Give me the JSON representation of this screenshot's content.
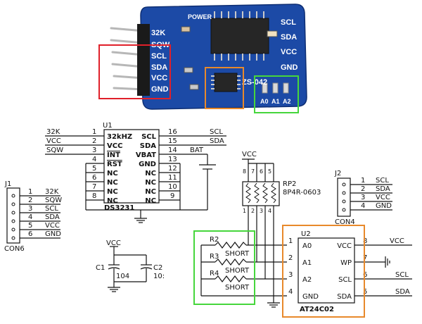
{
  "board": {
    "power_label": "POWER",
    "model": "ZS-042",
    "left_pins": [
      "32K",
      "SQW",
      "SCL",
      "SDA",
      "VCC",
      "GND"
    ],
    "right_pins": [
      "SCL",
      "SDA",
      "VCC",
      "GND"
    ],
    "addr_pins": [
      "A0",
      "A1",
      "A2"
    ],
    "colors": {
      "pcb": "#1c4aa6",
      "highlight_red": "#e0202a",
      "highlight_orange": "#e8892b",
      "highlight_green": "#46d63c"
    }
  },
  "u1": {
    "ref": "U1",
    "part": "DS3231",
    "left_nets": [
      "32K",
      "VCC",
      "SQW"
    ],
    "left_pin_numbers": [
      "1",
      "2",
      "3",
      "4",
      "5",
      "6",
      "7",
      "8"
    ],
    "left_pin_names": [
      "32kHZ",
      "VCC",
      "INT",
      "RST",
      "NC",
      "NC",
      "NC",
      "NC"
    ],
    "right_pin_names": [
      "SCL",
      "SDA",
      "VBAT",
      "GND",
      "NC",
      "NC",
      "NC",
      "NC"
    ],
    "right_pin_numbers": [
      "16",
      "15",
      "14",
      "13",
      "12",
      "11",
      "10",
      "9"
    ],
    "right_nets": [
      "SCL",
      "SDA",
      "BAT"
    ]
  },
  "j1": {
    "ref": "J1",
    "part": "CON6",
    "pins": [
      "1",
      "2",
      "3",
      "4",
      "5",
      "6"
    ],
    "nets": [
      "32K",
      "SQW",
      "SCL",
      "SDA",
      "VCC",
      "GND"
    ]
  },
  "j2": {
    "ref": "J2",
    "part": "CON4",
    "pins": [
      "1",
      "2",
      "3",
      "4"
    ],
    "nets": [
      "SCL",
      "SDA",
      "VCC",
      "GND"
    ]
  },
  "rp2": {
    "ref": "RP2",
    "part": "8P4R-0603",
    "vcc": "VCC",
    "top_pins": [
      "8",
      "7",
      "6",
      "5"
    ],
    "bottom_pins": [
      "1",
      "2",
      "3",
      "4"
    ]
  },
  "caps": {
    "vcc": "VCC",
    "c1_ref": "C1",
    "c1_value": "104",
    "c2_ref": "C2",
    "c2_value": "10:"
  },
  "resistors": {
    "refs": [
      "R2",
      "R3",
      "R4"
    ],
    "values": [
      "SHORT",
      "SHORT",
      "SHORT"
    ]
  },
  "u2": {
    "ref": "U2",
    "part": "AT24C02",
    "left_pin_numbers": [
      "1",
      "2",
      "3",
      "4"
    ],
    "left_pin_names": [
      "A0",
      "A1",
      "A2",
      "GND"
    ],
    "right_pin_names": [
      "VCC",
      "WP",
      "SCL",
      "SDA"
    ],
    "right_pin_numbers": [
      "8",
      "7",
      "6",
      "5"
    ],
    "right_nets": [
      "VCC",
      "",
      "SCL",
      "SDA"
    ]
  }
}
